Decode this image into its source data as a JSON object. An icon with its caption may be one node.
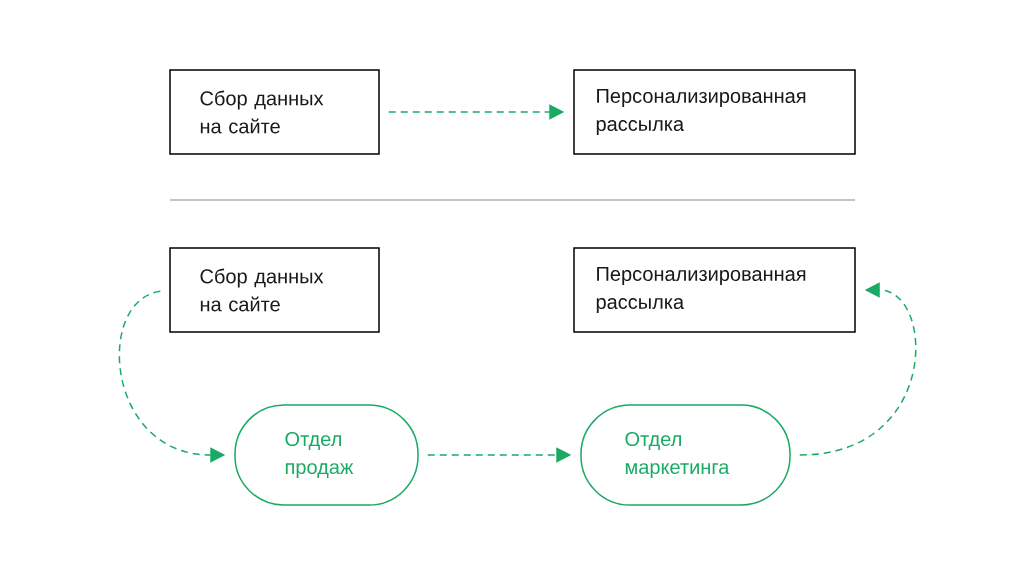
{
  "diagram": {
    "nodes": [
      {
        "text": [
          "Сбор данных на сайте"
        ]
      },
      {
        "text": [
          "Персонализированная рассылка"
        ]
      },
      {
        "text": [
          "Сбор данных на сайте"
        ]
      },
      {
        "text": [
          "Персонализированная рассылка"
        ]
      },
      {
        "text": [
          "Отдел продаж"
        ]
      },
      {
        "text": [
          "Отдел маркетинга"
        ]
      }
    ],
    "edges": [
      {
        "from": 0,
        "to": 1,
        "arrow": "to",
        "style": "dashed"
      },
      {
        "from": 2,
        "to": 4,
        "arrow": "to",
        "style": "dashed"
      },
      {
        "from": 4,
        "to": 5,
        "arrow": "to",
        "style": "dashed"
      },
      {
        "from": 5,
        "to": 3,
        "arrow": "to",
        "style": "dashed"
      }
    ]
  }
}
